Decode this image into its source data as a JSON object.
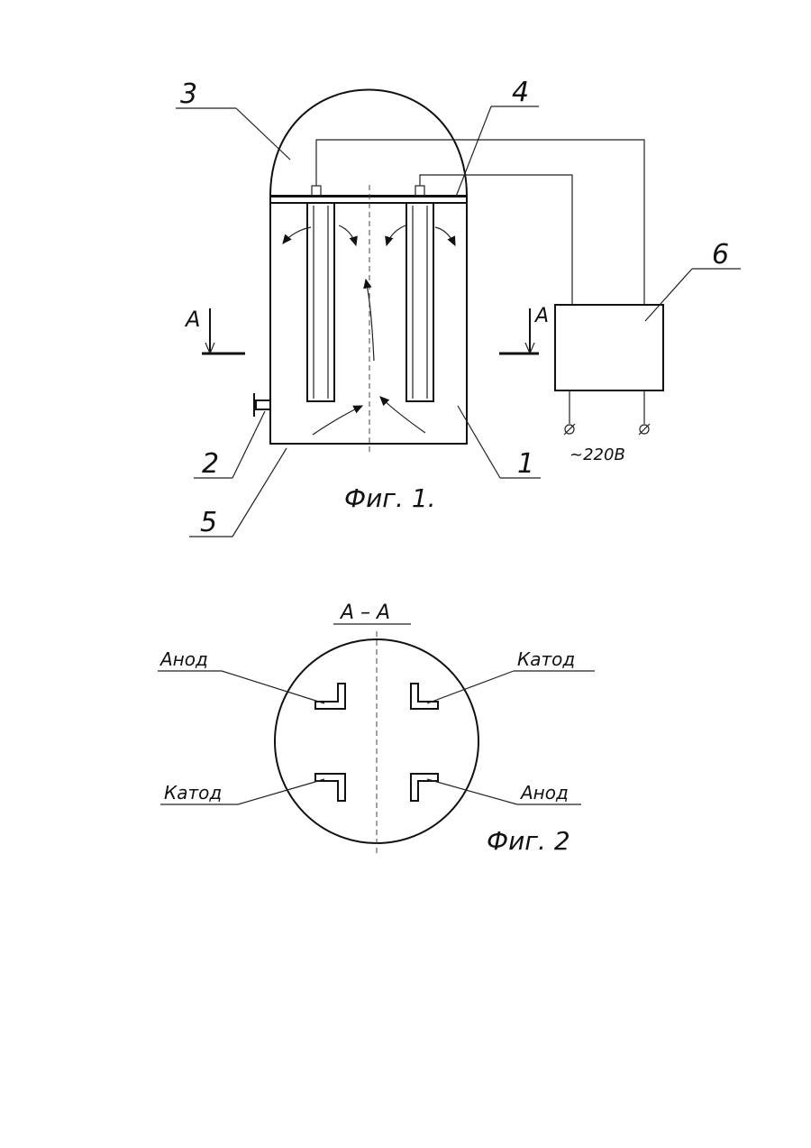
{
  "figure1": {
    "caption": "Фиг. 1.",
    "callouts": {
      "n1": "1",
      "n2": "2",
      "n3": "3",
      "n4": "4",
      "n5": "5",
      "n6": "6"
    },
    "section_mark_left": "A",
    "section_mark_right": "A",
    "voltage": "~220В"
  },
  "figure2": {
    "section_title": "А – А",
    "caption": "Фиг. 2",
    "labels": {
      "top_left": "Анод",
      "top_right": "Катод",
      "bottom_left": "Катод",
      "bottom_right": "Анод"
    }
  }
}
